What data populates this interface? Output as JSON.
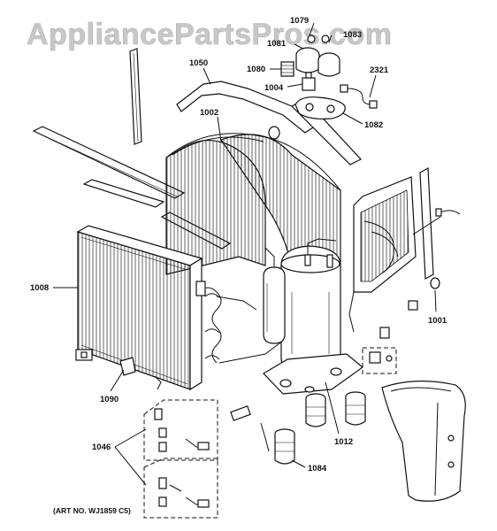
{
  "watermark": "AppliancePartsPros.com",
  "art_number": "(ART NO. WJ1859 C5)",
  "callouts": {
    "c1079": "1079",
    "c1081": "1081",
    "c1083": "1083",
    "c1050": "1050",
    "c1080": "1080",
    "c1004": "1004",
    "c2321": "2321",
    "c1082": "1082",
    "c1002": "1002",
    "c1008": "1008",
    "c1001": "1001",
    "c1090": "1090",
    "c1046": "1046",
    "c1012": "1012",
    "c1084": "1084"
  }
}
